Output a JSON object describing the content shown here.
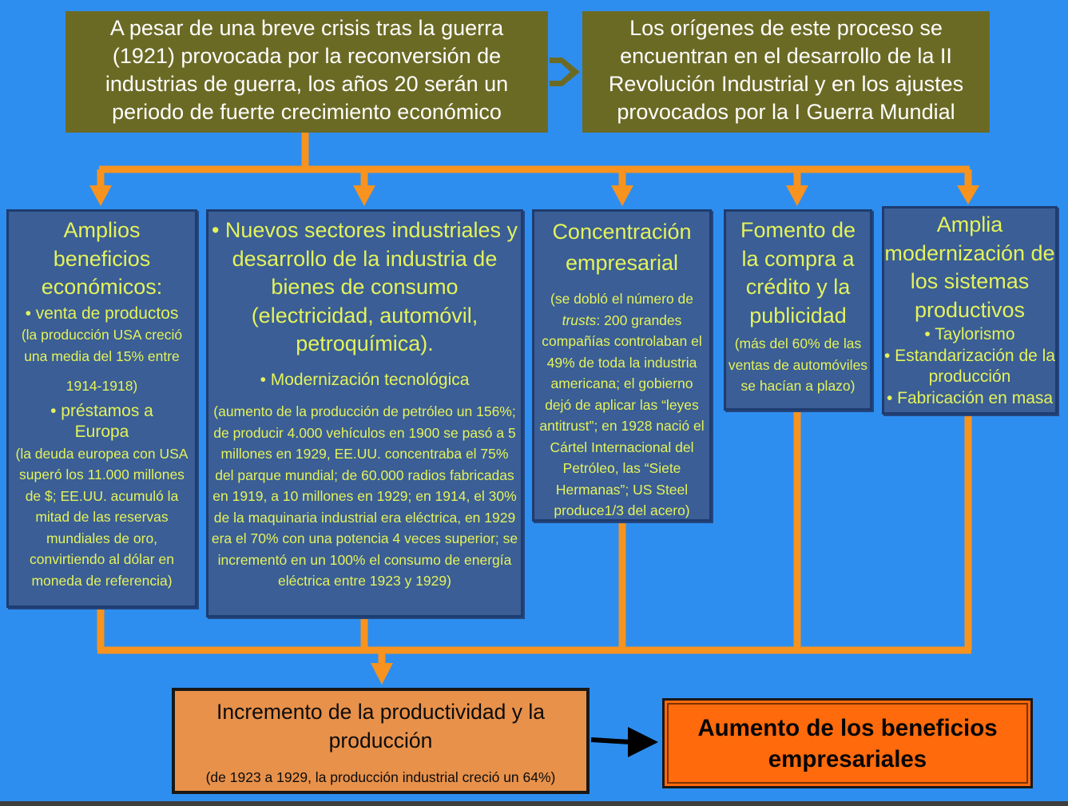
{
  "colors": {
    "background": "#2e8eef",
    "olive_box": "#6b6a25",
    "blue_box": "#3a5e95",
    "connector": "#f7931e",
    "box_text_yellow": "#e4f25c",
    "productivity_box": "#e8914a",
    "result_box": "#ff6a0c"
  },
  "top": {
    "left": "A pesar de una breve crisis tras la guerra (1921) provocada por la reconversión de industrias de guerra, los años 20 serán un periodo de fuerte crecimiento económico",
    "right": "Los orígenes de este proceso se encuentran en el desarrollo de la II Revolución Industrial y en los ajustes provocados por la I Guerra Mundial"
  },
  "col1": {
    "title": "Amplios beneficios económicos:",
    "b1": "• venta de productos",
    "b1_note": "(la producción USA creció una media del 15% entre",
    "b1_note2": "1914-1918)",
    "b2": "• préstamos a Europa",
    "b2_note": "(la deuda europea con USA superó los 11.000 millones de $; EE.UU. acumuló la mitad de las reservas mundiales de oro, convirtiendo al dólar en moneda de referencia)"
  },
  "col2": {
    "title": "• Nuevos sectores industriales y desarrollo de la industria de bienes de consumo (electricidad, automóvil, petroquímica).",
    "b2": "• Modernización tecnológica",
    "note": "(aumento de la producción de petróleo un 156%; de producir 4.000 vehículos en 1900 se pasó a 5 millones en 1929, EE.UU. concentraba el 75% del parque mundial; de 60.000 radios fabricadas en 1919, a 10 millones en 1929; en 1914, el 30% de la maquinaria industrial era eléctrica, en 1929 era el 70% con una potencia 4 veces superior; se incrementó en un 100% el consumo de energía eléctrica entre 1923 y 1929)"
  },
  "col3": {
    "title": "Concentración empresarial",
    "note_a": "(se dobló el número de",
    "note_trusts": "trusts",
    "note_b": ": 200 grandes compañías controlaban el 49% de toda la industria americana; el gobierno dejó de aplicar las “leyes antitrust”; en 1928 nació el Cártel Internacional del Petróleo, las “Siete Hermanas”; US Steel produce1/3 del acero)"
  },
  "col4": {
    "title": "Fomento de la compra a crédito y la publicidad",
    "note": "(más del 60% de las ventas de automóviles se hacían a plazo)"
  },
  "col5": {
    "title": "Amplia modernización de los sistemas productivos",
    "b1": "• Taylorismo",
    "b2": "• Estandarización de la producción",
    "b3": "• Fabricación en masa"
  },
  "productivity": {
    "title": "Incremento de la productividad y la producción",
    "note": "(de 1923 a 1929, la producción industrial creció un 64%)"
  },
  "result": {
    "title": "Aumento de los beneficios empresariales"
  }
}
